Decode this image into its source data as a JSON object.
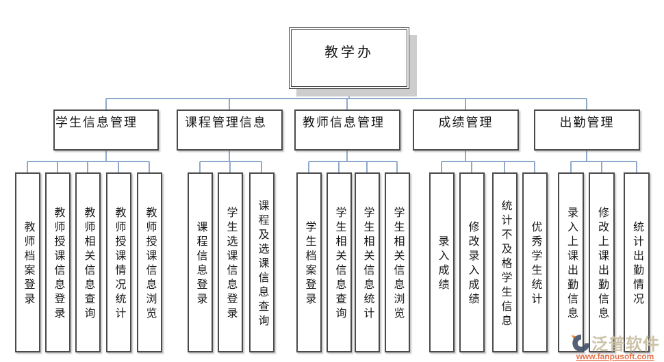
{
  "diagram": {
    "type": "org-chart",
    "connector_color": "#8fa9cc",
    "box_border_color": "#4a4a4a",
    "root": {
      "label": "教学办"
    },
    "branches": [
      {
        "label": "学生信息管理",
        "children": [
          "教师档案登录",
          "教师授课信息登录",
          "教师相关信息查询",
          "教师授课情况统计",
          "教师授课信息浏览"
        ]
      },
      {
        "label": "课程管理信息",
        "children": [
          "课程信息登录",
          "学生选课信息登录",
          "课程及选课信息查询"
        ]
      },
      {
        "label": "教师信息管理",
        "children": [
          "学生档案登录",
          "学生相关信息查询",
          "学生相关信息统计",
          "学生相关信息浏览"
        ]
      },
      {
        "label": "成绩管理",
        "children": [
          "录入成绩",
          "修改录入成绩",
          "统计不及格学生信息",
          "优秀学生统计"
        ]
      },
      {
        "label": "出勤管理",
        "children": [
          "录入上课出勤信息",
          "修改上课出勤信息",
          "统计出勤情况"
        ]
      }
    ]
  },
  "watermark": {
    "brand": "泛普软件",
    "url": "www.fanpusoft.com",
    "brand_color": "#c8bda0",
    "url_color": "#e2683f",
    "logo_dark_color": "#45536a",
    "logo_orange_color": "#e8832c"
  }
}
